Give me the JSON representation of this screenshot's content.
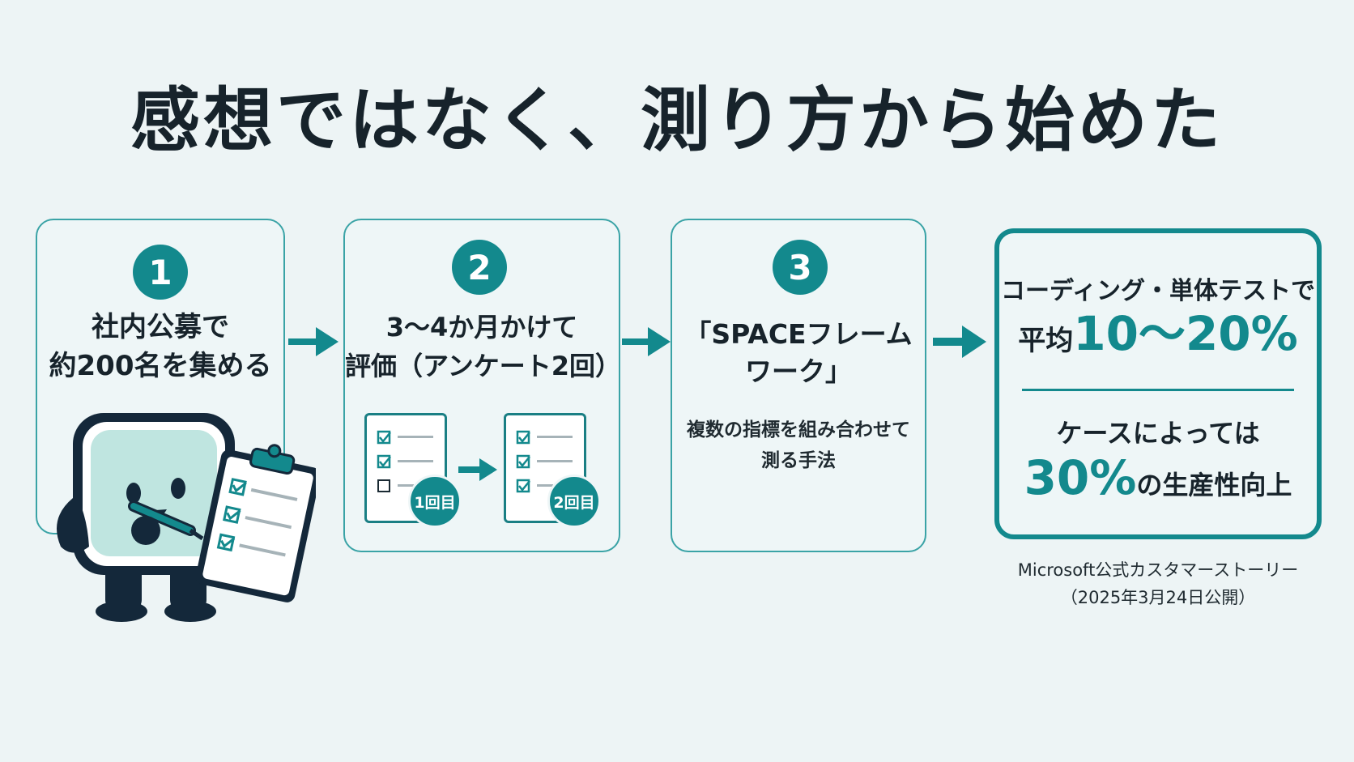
{
  "title": "感想ではなく、測り方から始めた",
  "steps": [
    {
      "number": "1",
      "lines": [
        "社内公募で",
        "約200名を集める"
      ]
    },
    {
      "number": "2",
      "lines": [
        "3～4か月かけて",
        "評価（アンケート2回）"
      ],
      "badges": [
        "1回目",
        "2回目"
      ]
    },
    {
      "number": "3",
      "lines": [
        "「SPACEフレーム",
        "ワーク」"
      ],
      "description": [
        "複数の指標を組み合わせて",
        "測る手法"
      ]
    }
  ],
  "result": {
    "line1": "コーディング・単体テストで",
    "prefix1": "平均",
    "value1": "10～20%",
    "line3": "ケースによっては",
    "value2": "30%",
    "suffix2": "の生産性向上"
  },
  "source": [
    "Microsoft公式カスタマーストーリー",
    "（2025年3月24日公開）"
  ],
  "colors": {
    "accent": "#13898d",
    "background": "#edf4f5",
    "text": "#17232b",
    "mascot_face": "#bfe5e0"
  },
  "icons": [
    "check-icon",
    "arrow-right-icon",
    "clipboard-icon",
    "pen-icon"
  ]
}
